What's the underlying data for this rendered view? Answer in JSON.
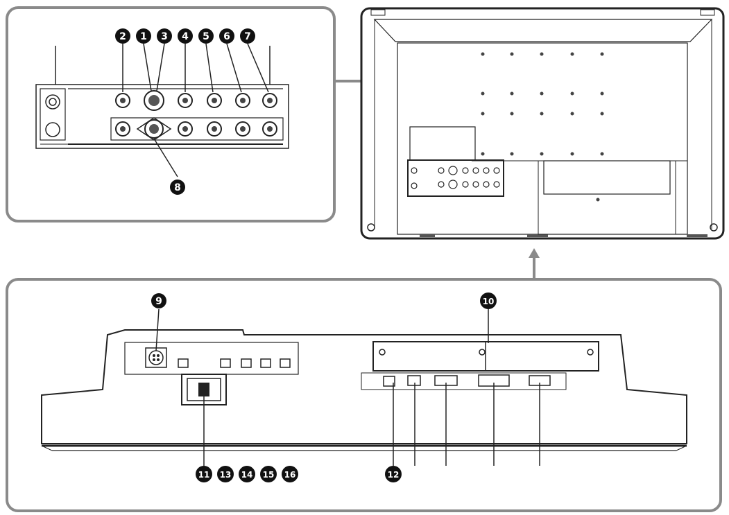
{
  "callouts": {
    "c1": "1",
    "c2": "2",
    "c3": "3",
    "c4": "4",
    "c5": "5",
    "c6": "6",
    "c7": "7",
    "c8": "8",
    "c9": "9",
    "c10": "10",
    "c11": "11",
    "c12": "12",
    "c13": "13",
    "c14": "14",
    "c15": "15",
    "c16": "16"
  },
  "colors": {
    "frame": "#8a8a8a",
    "line": "#222222",
    "badge": "#111111",
    "badge_text": "#ffffff"
  }
}
